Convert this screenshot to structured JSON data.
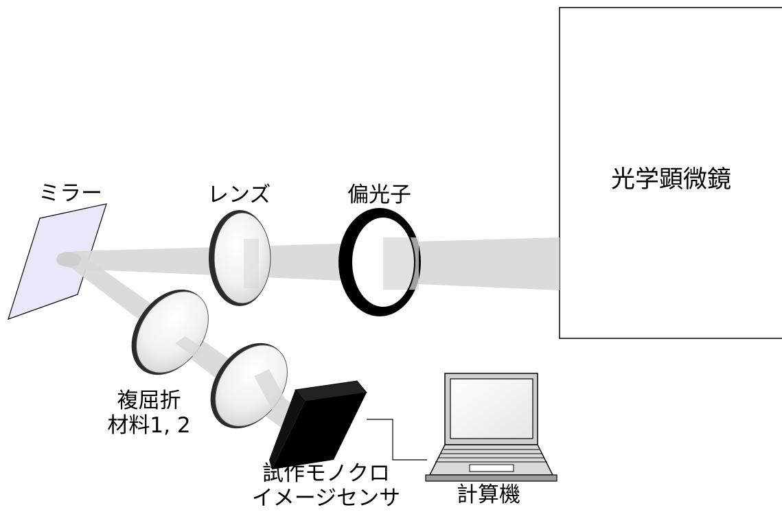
{
  "labels": {
    "mirror": "ミラー",
    "lens": "レンズ",
    "polarizer": "偏光子",
    "microscope": "光学顕微鏡",
    "birefringent_line1": "複屈折",
    "birefringent_line2": "材料1, 2",
    "sensor_line1": "試作モノクロ",
    "sensor_line2": "イメージセンサ",
    "computer": "計算機"
  },
  "colors": {
    "beam": "#d8d8d8",
    "mirror_fill": "#e9e8fb",
    "lens_fill": "#f2f2f2",
    "outline": "#000000"
  }
}
